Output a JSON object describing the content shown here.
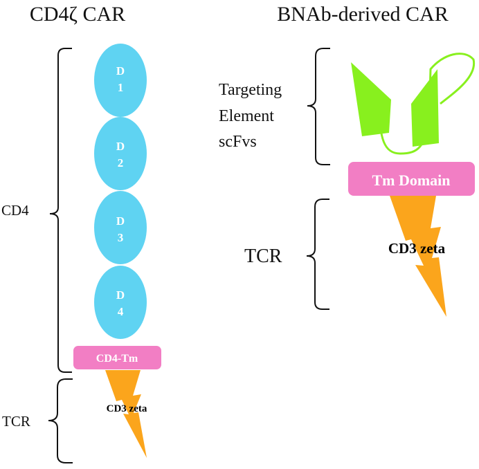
{
  "left_panel": {
    "title": "CD4ζ CAR",
    "domains": [
      {
        "line1": "D",
        "line2": "1"
      },
      {
        "line1": "D",
        "line2": "2"
      },
      {
        "line1": "D",
        "line2": "3"
      },
      {
        "line1": "D",
        "line2": "4"
      }
    ],
    "transmembrane_label": "CD4-Tm",
    "signaling_label": "CD3 zeta",
    "bracket_labels": {
      "cd4": "CD4",
      "tcr": "TCR"
    }
  },
  "right_panel": {
    "title": "BNAb-derived CAR",
    "targeting_label": [
      "Targeting",
      "Element",
      "scFvs"
    ],
    "transmembrane_label": "Tm Domain",
    "signaling_label": "CD3 zeta",
    "bracket_labels": {
      "tcr": "TCR"
    }
  },
  "colors": {
    "domain": "#5fd3f2",
    "transmembrane": "#f27ec4",
    "signaling": "#fba51c",
    "scfv": "#88f01e",
    "outline": "#111111"
  }
}
